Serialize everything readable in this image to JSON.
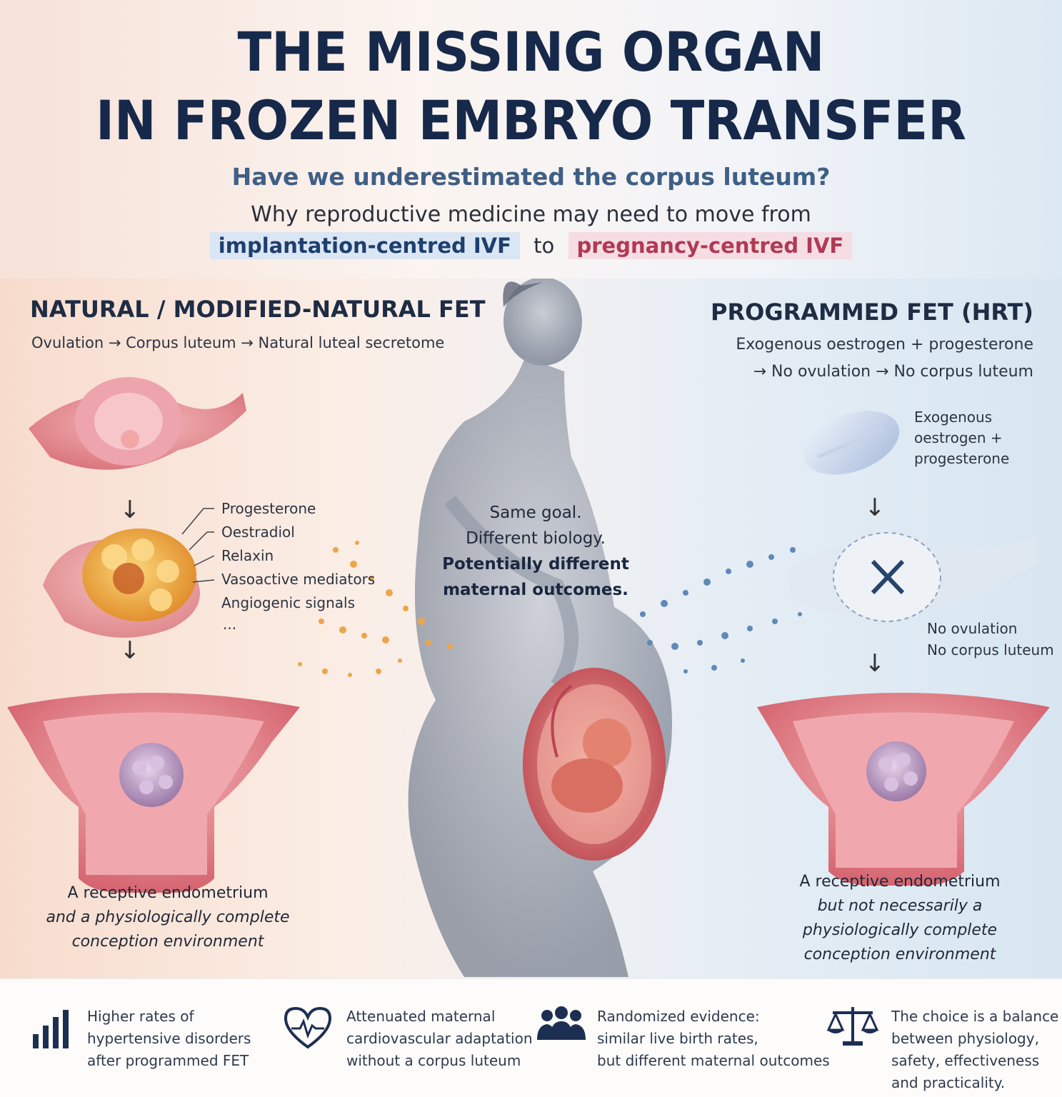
{
  "header": {
    "title_line1": "THE MISSING ORGAN",
    "title_line2": "IN FROZEN EMBRYO TRANSFER",
    "subtitle": "Have we underestimated the corpus luteum?",
    "lead": "Why reproductive medicine may need to move from",
    "pill_left": "implantation-centred IVF",
    "connector": "to",
    "pill_right": "pregnancy-centred IVF"
  },
  "left": {
    "heading": "NATURAL / MODIFIED-NATURAL FET",
    "flow": "Ovulation → Corpus luteum → Natural luteal secretome",
    "secretome": [
      "Progesterone",
      "Oestradiol",
      "Relaxin",
      "Vasoactive mediators",
      "Angiogenic signals",
      "..."
    ],
    "caption_line1": "A receptive endometrium",
    "caption_line2": "and a physiologically complete",
    "caption_line3": "conception environment"
  },
  "center": {
    "line1": "Same goal.",
    "line2": "Different biology.",
    "line3": "Potentially different",
    "line4": "maternal outcomes."
  },
  "right": {
    "heading": "PROGRAMMED FET (HRT)",
    "flow_line1": "Exogenous oestrogen + progesterone",
    "flow_line2": "→ No ovulation → No corpus luteum",
    "pill_label": [
      "Exogenous",
      "oestrogen +",
      "progesterone"
    ],
    "no_label": [
      "No ovulation",
      "No corpus luteum"
    ],
    "caption_line1": "A receptive endometrium",
    "caption_line2": "but not necessarily a",
    "caption_line3": "physiologically complete",
    "caption_line4": "conception environment"
  },
  "footer": [
    {
      "icon": "bar-chart-icon",
      "lines": [
        "Higher rates of",
        "hypertensive disorders",
        "after programmed FET"
      ]
    },
    {
      "icon": "heart-pulse-icon",
      "lines": [
        "Attenuated maternal",
        "cardiovascular adaptation",
        "without a corpus luteum"
      ]
    },
    {
      "icon": "people-icon",
      "lines": [
        "Randomized evidence:",
        "similar live birth rates,",
        "but different maternal outcomes"
      ]
    },
    {
      "icon": "balance-scale-icon",
      "lines": [
        "The choice is a balance",
        "between physiology,",
        "safety, effectiveness",
        "and practicality."
      ]
    }
  ],
  "colors": {
    "navy": "#17294a",
    "accent_blue": "#3f5f86",
    "accent_red": "#b03a55",
    "tissue": "#e07d87",
    "luteum": "#f0b24a"
  }
}
